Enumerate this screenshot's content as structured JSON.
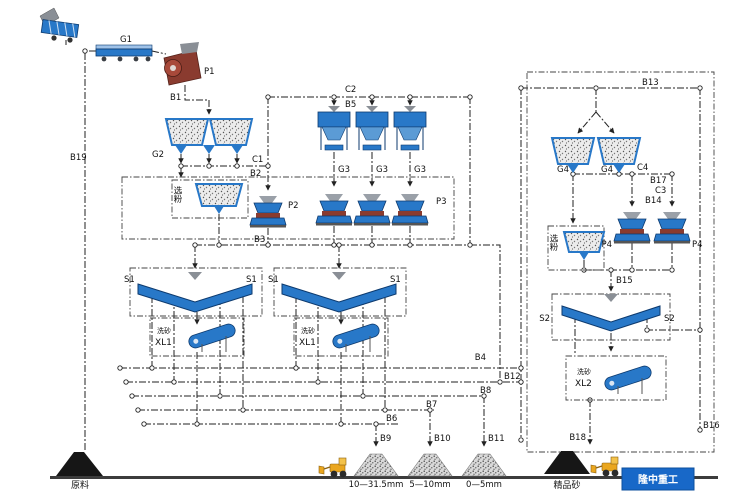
{
  "labels": {
    "g1": "G1",
    "p1": "P1",
    "b1": "B1",
    "b19": "B19",
    "g2": "G2",
    "c1": "C1",
    "b2": "B2",
    "c2": "C2",
    "b5": "B5",
    "g3": "G3",
    "p2": "P2",
    "p3": "P3",
    "b3": "B3",
    "s1": "S1",
    "washer_name": "洗砂",
    "xl1": "XL1",
    "xl2": "XL2",
    "separator": "选粉",
    "b4": "B4",
    "b6": "B6",
    "b7": "B7",
    "b8": "B8",
    "b9": "B9",
    "b10": "B10",
    "b11": "B11",
    "b12": "B12",
    "b13": "B13",
    "b14": "B14",
    "b15": "B15",
    "b16": "B16",
    "b17": "B17",
    "b18": "B18",
    "c3": "C3",
    "c4": "C4",
    "g4": "G4",
    "p4": "P4",
    "s2": "S2",
    "product_1": "10—31.5mm",
    "product_2": "5—10mm",
    "product_3": "0—5mm",
    "raw_material": "原料",
    "fine_sand": "精品砂",
    "brand": "隆中重工"
  }
}
